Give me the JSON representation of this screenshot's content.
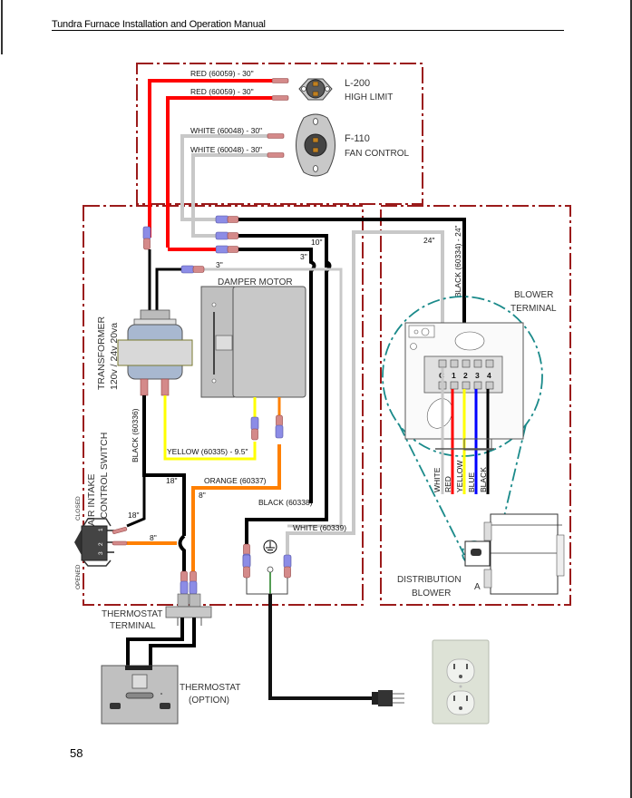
{
  "header": {
    "title": "Tundra Furnace Installation and Operation Manual"
  },
  "page_number": "58",
  "diagram": {
    "colors": {
      "red_wire": "#ff0000",
      "white_wire": "#c8c8c8",
      "black_wire": "#000000",
      "yellow_wire": "#ffff00",
      "orange_wire": "#ff8000",
      "blue_wire": "#0000ff",
      "ground_wire": "#1a7a1a",
      "panel_border": "#9b1b1b",
      "zoom_callout": "#1a8a8a",
      "component_gray": "#c8c8c8",
      "connector_blue": "#8c8ce6",
      "connector_pink": "#d48a8a"
    },
    "top_panel": {
      "wires": [
        "RED (60059) - 30\"",
        "RED (60059) - 30\"",
        "WHITE (60048) - 30\"",
        "WHITE (60048) - 30\""
      ],
      "high_limit": {
        "model": "L-200",
        "name": "HIGH LIMIT"
      },
      "fan_control": {
        "model": "F-110",
        "name": "FAN CONTROL"
      }
    },
    "left_panel": {
      "length_10": "10\"",
      "length_3a": "3\"",
      "length_3b": "3\"",
      "damper_motor": "DAMPER MOTOR",
      "transformer_line1": "TRANSFORMER",
      "transformer_line2": "120v / 24v 20va",
      "black_60336": "BLACK (60336)",
      "yellow_60335": "YELLOW (60335) - 9.5\"",
      "orange_60337": "ORANGE (60337)",
      "length_18a": "18\"",
      "length_18b": "18\"",
      "length_8a": "8\"",
      "length_8b": "8\"",
      "black_60338": "BLACK (60338)",
      "white_60339": "WHITE (60339)",
      "switch_line1": "AIR INTAKE",
      "switch_line2": "CONTROL SWITCH",
      "switch_closed": "CLOSED",
      "switch_opened": "OPENED",
      "switch_pins": [
        "1",
        "2",
        "3"
      ],
      "thermostat_terminal_line1": "THERMOSTAT",
      "thermostat_terminal_line2": "TERMINAL"
    },
    "right_panel": {
      "length_24": "24\"",
      "black_60334": "BLACK (60334) - 24\"",
      "blower_terminal_line1": "BLOWER",
      "blower_terminal_line2": "TERMINAL",
      "terminal_labels": [
        "C",
        "1",
        "2",
        "3",
        "4"
      ],
      "wire_colors": [
        "WHITE",
        "RED",
        "YELLOW",
        "BLUE",
        "BLACK"
      ],
      "distribution_line1": "DISTRIBUTION",
      "distribution_line2": "BLOWER",
      "detail_marker": "A"
    },
    "bottom": {
      "thermostat_line1": "THERMOSTAT",
      "thermostat_line2": "(OPTION)"
    }
  }
}
